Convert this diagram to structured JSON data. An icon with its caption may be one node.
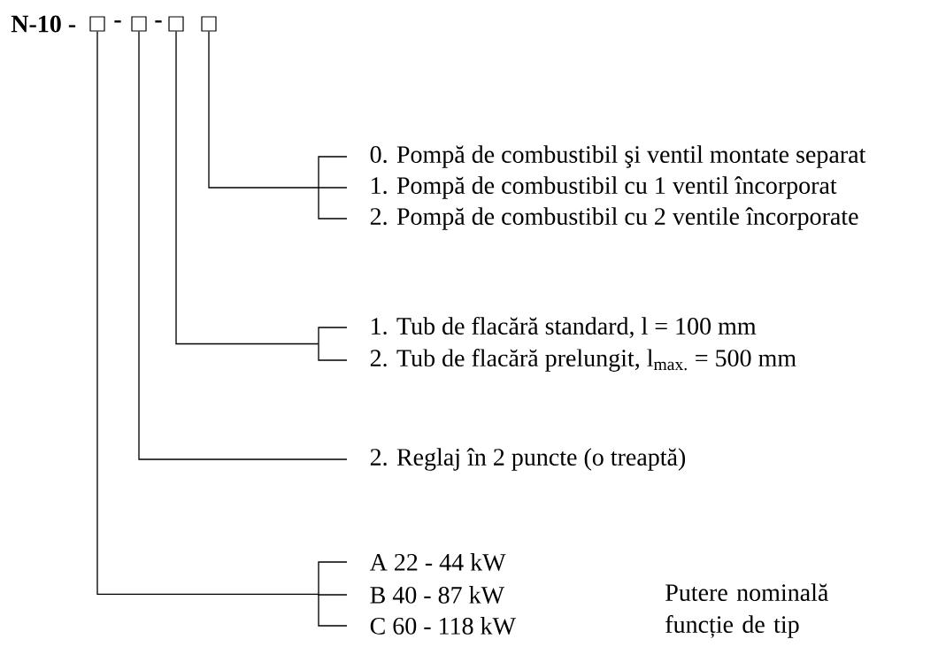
{
  "diagram": {
    "title": "N-10 -",
    "nodes": [
      {
        "text": [],
        "shape": "box"
      },
      {
        "text": [],
        "shape": "box"
      },
      {
        "text": [],
        "shape": "box"
      },
      {
        "text": [],
        "shape": "box"
      },
      {
        "text": [
          "0. Pompă de combustibil şi ventil montate separat"
        ]
      },
      {
        "text": [
          "1. Pompă de combustibil cu 1 ventil încorporat"
        ]
      },
      {
        "text": [
          "2. Pompă de combustibil cu 2 ventile încorporate"
        ]
      },
      {
        "text": [
          "1. Tub de flacără standard, l = 100 mm"
        ]
      },
      {
        "text": [
          "2. Tub de flacără prelungit, l$_{max.}$ = 500 mm"
        ]
      },
      {
        "text": [
          "2. Reglaj în 2 puncte (o treaptă)"
        ]
      },
      {
        "text": [
          "A  22 -   44 kW"
        ]
      },
      {
        "text": [
          "B  40 -   87 kW"
        ]
      },
      {
        "text": [
          "C  60 - 118 kW"
        ]
      }
    ],
    "edges": [
      {
        "from": 3,
        "to": 4,
        "arrow": "none"
      },
      {
        "from": 3,
        "to": 5,
        "arrow": "none"
      },
      {
        "from": 3,
        "to": 6,
        "arrow": "none"
      },
      {
        "from": 2,
        "to": 7,
        "arrow": "none"
      },
      {
        "from": 2,
        "to": 8,
        "arrow": "none"
      },
      {
        "from": 1,
        "to": 9,
        "arrow": "none"
      },
      {
        "from": 0,
        "to": 10,
        "arrow": "none"
      },
      {
        "from": 0,
        "to": 11,
        "arrow": "none"
      },
      {
        "from": 0,
        "to": 12,
        "arrow": "none"
      }
    ],
    "labels": [
      "-",
      "-",
      "Putere nominală funcție de tip"
    ]
  }
}
